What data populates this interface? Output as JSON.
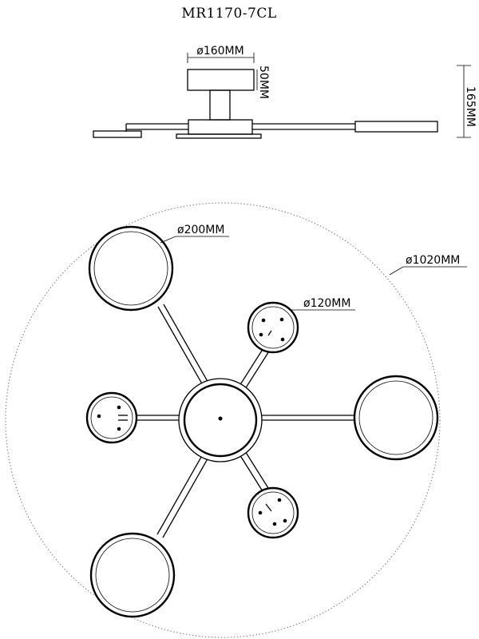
{
  "title": "MR1170-7CL",
  "side_view": {
    "width_label": "ø160MM",
    "canopy_height_label": "50MM",
    "total_height_label": "165MM"
  },
  "top_view": {
    "large_ring_label": "ø200MM",
    "overall_label": "ø1020MM",
    "small_disc_label": "ø120MM"
  }
}
